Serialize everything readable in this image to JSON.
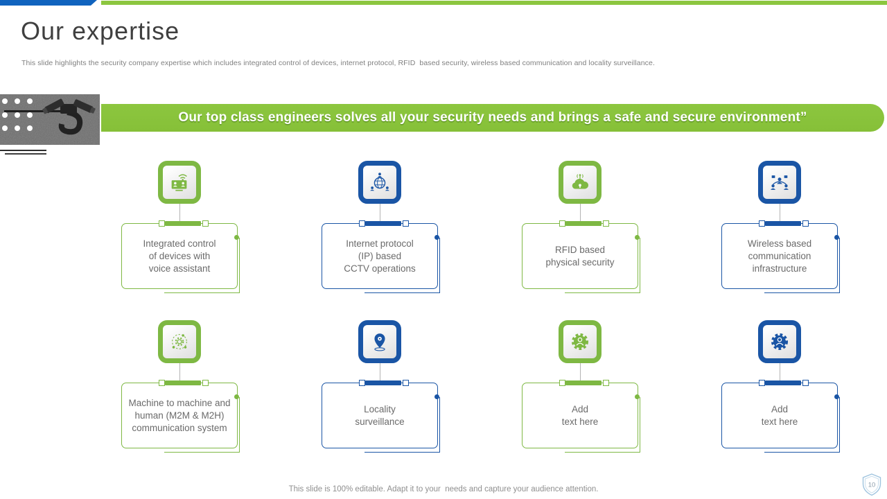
{
  "slide": {
    "title": "Our expertise",
    "subtitle": "This slide highlights the security company expertise which includes integrated control of devices, internet protocol, RFID  based security, wireless based communication and locality surveillance.",
    "banner_quote": "Our top class engineers solves all your security needs and brings a safe and secure environment”",
    "footer": "This slide is 100% editable. Adapt it to your  needs and capture your audience attention.",
    "page_number": "10"
  },
  "colors": {
    "green": "#7eb843",
    "blue": "#1a55a5",
    "banner_green": "#8cc63f",
    "topbar_blue": "#1063be",
    "topbar_green": "#8cc63f"
  },
  "photo": {
    "description": "grayscale CCTV cameras mounted on wall",
    "icon": "cctv-photo"
  },
  "cards": [
    {
      "label": "Integrated  control\nof devices with\nvoice assistant",
      "color": "green",
      "icon": "voice-assistant-icon"
    },
    {
      "label": "Internet  protocol\n(IP) based\nCCTV operations",
      "color": "blue",
      "icon": "ip-network-globe-icon"
    },
    {
      "label": "RFID based\nphysical security",
      "color": "green",
      "icon": "rfid-cloud-lock-icon"
    },
    {
      "label": "Wireless based\ncommunication\ninfrastructure",
      "color": "blue",
      "icon": "wireless-people-network-icon"
    },
    {
      "label": "Machine to machine and\nhuman (M2M  & M2H)\ncommunication system",
      "color": "green",
      "icon": "machine-gear-orbit-icon"
    },
    {
      "label": "Locality\nsurveillance",
      "color": "blue",
      "icon": "location-pin-icon"
    },
    {
      "label": "Add\ntext here",
      "color": "green",
      "icon": "gear-person-icon"
    },
    {
      "label": "Add\ntext here",
      "color": "blue",
      "icon": "gear-person-icon"
    }
  ]
}
